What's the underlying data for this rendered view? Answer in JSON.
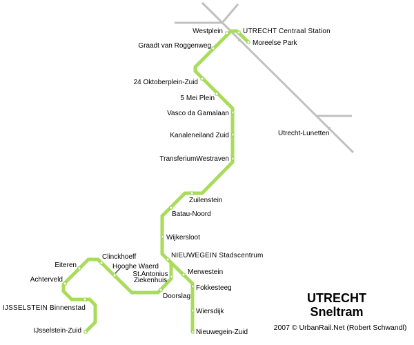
{
  "map_title": {
    "city": "UTRECHT",
    "system": "Sneltram"
  },
  "credit": "2007 © UrbanRail.Net (Robert Schwandl)",
  "colors": {
    "tram_line": "#a8dc5a",
    "stop_outline": "#94cc48",
    "rail_line": "#c0c0c0",
    "text": "#000000",
    "background": "#ffffff"
  },
  "stations": {
    "trunk": [
      {
        "name": "Moreelse Park"
      },
      {
        "name": "UTRECHT Centraal Station"
      },
      {
        "name": "Westplein"
      },
      {
        "name": "Graadt van Roggenweg"
      },
      {
        "name": "24 Oktoberplein-Zuid"
      },
      {
        "name": "5 Mei Plein"
      },
      {
        "name": "Vasco da Gamalaan"
      },
      {
        "name": "Kanaleneiland Zuid"
      },
      {
        "name": "TransferiumWestraven"
      },
      {
        "name": "Zuilenstein"
      },
      {
        "name": "Batau-Noord"
      },
      {
        "name": "Wijkersloot"
      },
      {
        "name": "NIEUWEGEIN Stadscentrum"
      }
    ],
    "nieuwegein_zuid_branch": [
      {
        "name": "Merwestein"
      },
      {
        "name": "Fokkesteeg"
      },
      {
        "name": "Wiersdijk"
      },
      {
        "name": "Nieuwegein-Zuid"
      }
    ],
    "ijsselstein_branch": [
      {
        "name_lines": [
          "St.Antonius",
          "Ziekenhuis"
        ]
      },
      {
        "name": "Doorslag"
      },
      {
        "name": "Hooghe Waerd"
      },
      {
        "name": "Clinckhoeff"
      },
      {
        "name": "Eiteren"
      },
      {
        "name": "Achterveld"
      },
      {
        "name": "IJSSELSTEIN Binnenstad"
      },
      {
        "name": "IJsselstein-Zuid"
      }
    ]
  },
  "rail_stations": [
    {
      "name": "Utrecht-Lunetten"
    }
  ]
}
